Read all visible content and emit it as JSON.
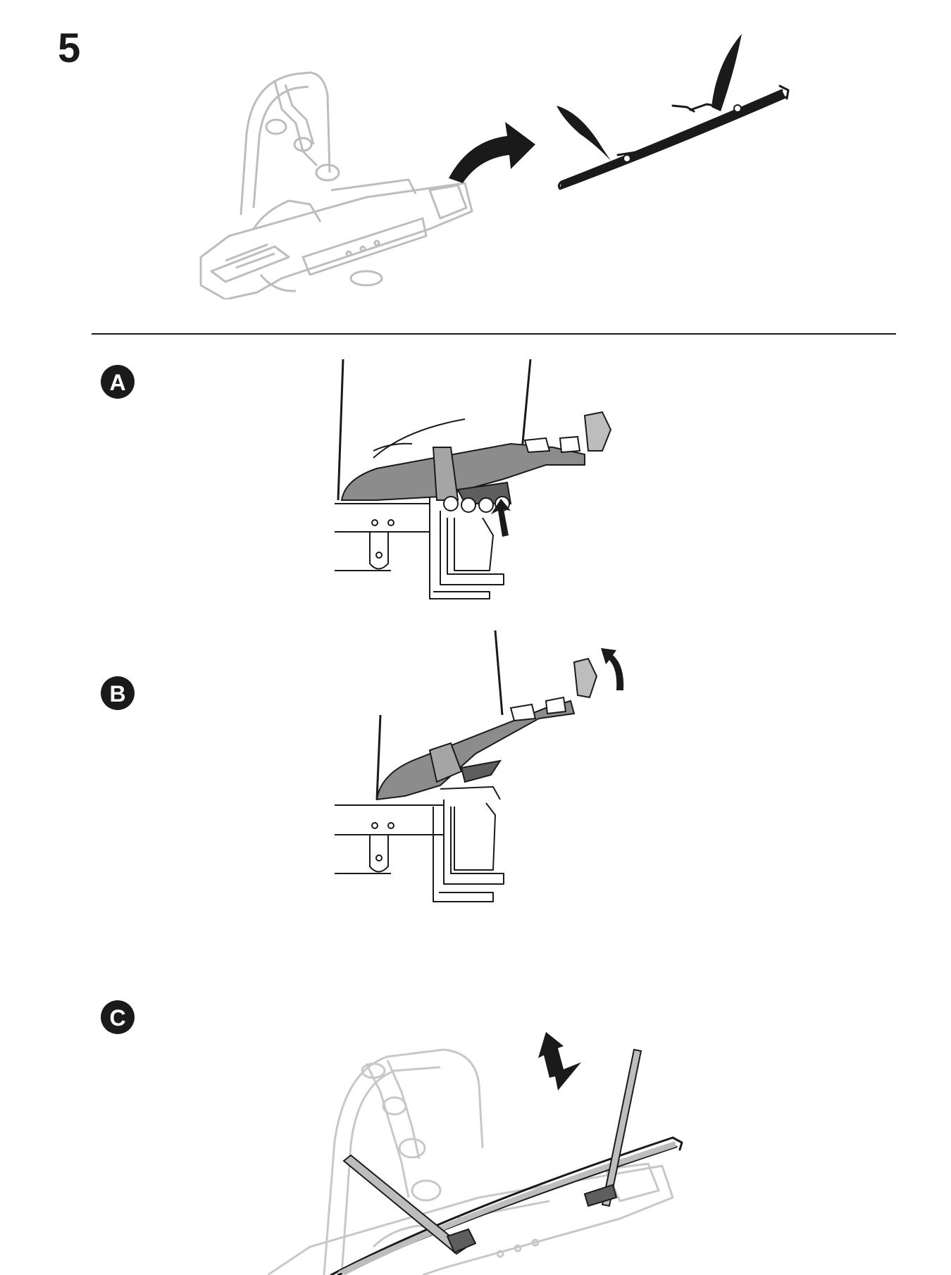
{
  "step": {
    "number": "5"
  },
  "substeps": [
    {
      "label": "A"
    },
    {
      "label": "B"
    },
    {
      "label": "C"
    }
  ],
  "colors": {
    "ink": "#1a1a1a",
    "faded": "#bdbdbd",
    "fill": "#8c8c8c"
  },
  "icons": [
    "curved-arrow-icon",
    "up-arrow-icon",
    "curved-up-arrow-icon",
    "double-arrow-icon"
  ]
}
